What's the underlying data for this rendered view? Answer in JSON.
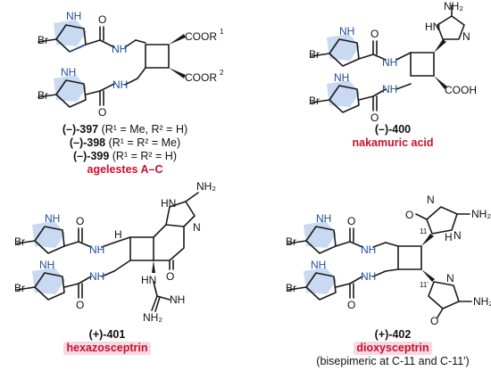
{
  "atoms": {
    "br": "Br",
    "nh": "NH",
    "o": "O",
    "h": "H",
    "n": "N",
    "nh2": "NH₂",
    "hn": "HN",
    "cooh": "COOH",
    "coor1": "COOR",
    "coor2": "COOR",
    "sup1": "1",
    "sup2": "2",
    "c11": "11",
    "c11p": "11'"
  },
  "captions": {
    "c397_num": "(–)-397",
    "c397_text": " (R¹ = Me, R² = H)",
    "c398_num": "(–)-398",
    "c398_text": " (R¹ = R² = Me)",
    "c399_num": "(–)-399",
    "c399_text": " (R¹ = R² = H)",
    "agelestes": "agelestes A–C",
    "c400_num": "(–)-400",
    "nakamuric": "nakamuric acid",
    "c401_num": "(+)-401",
    "hexazosceptrin": "hexazosceptrin",
    "c402_num": "(+)-402",
    "dioxysceptrin": "dioxysceptrin",
    "bisepimeric": "(bisepimeric at C-11 and C-11')"
  },
  "colors": {
    "bond": "#1a1a1a",
    "nitrogen_blue": "#1f4e9c",
    "pyrrole_highlight": "#c9d9f1",
    "name_red": "#c8102e",
    "name_highlight": "#f6d9e1"
  }
}
